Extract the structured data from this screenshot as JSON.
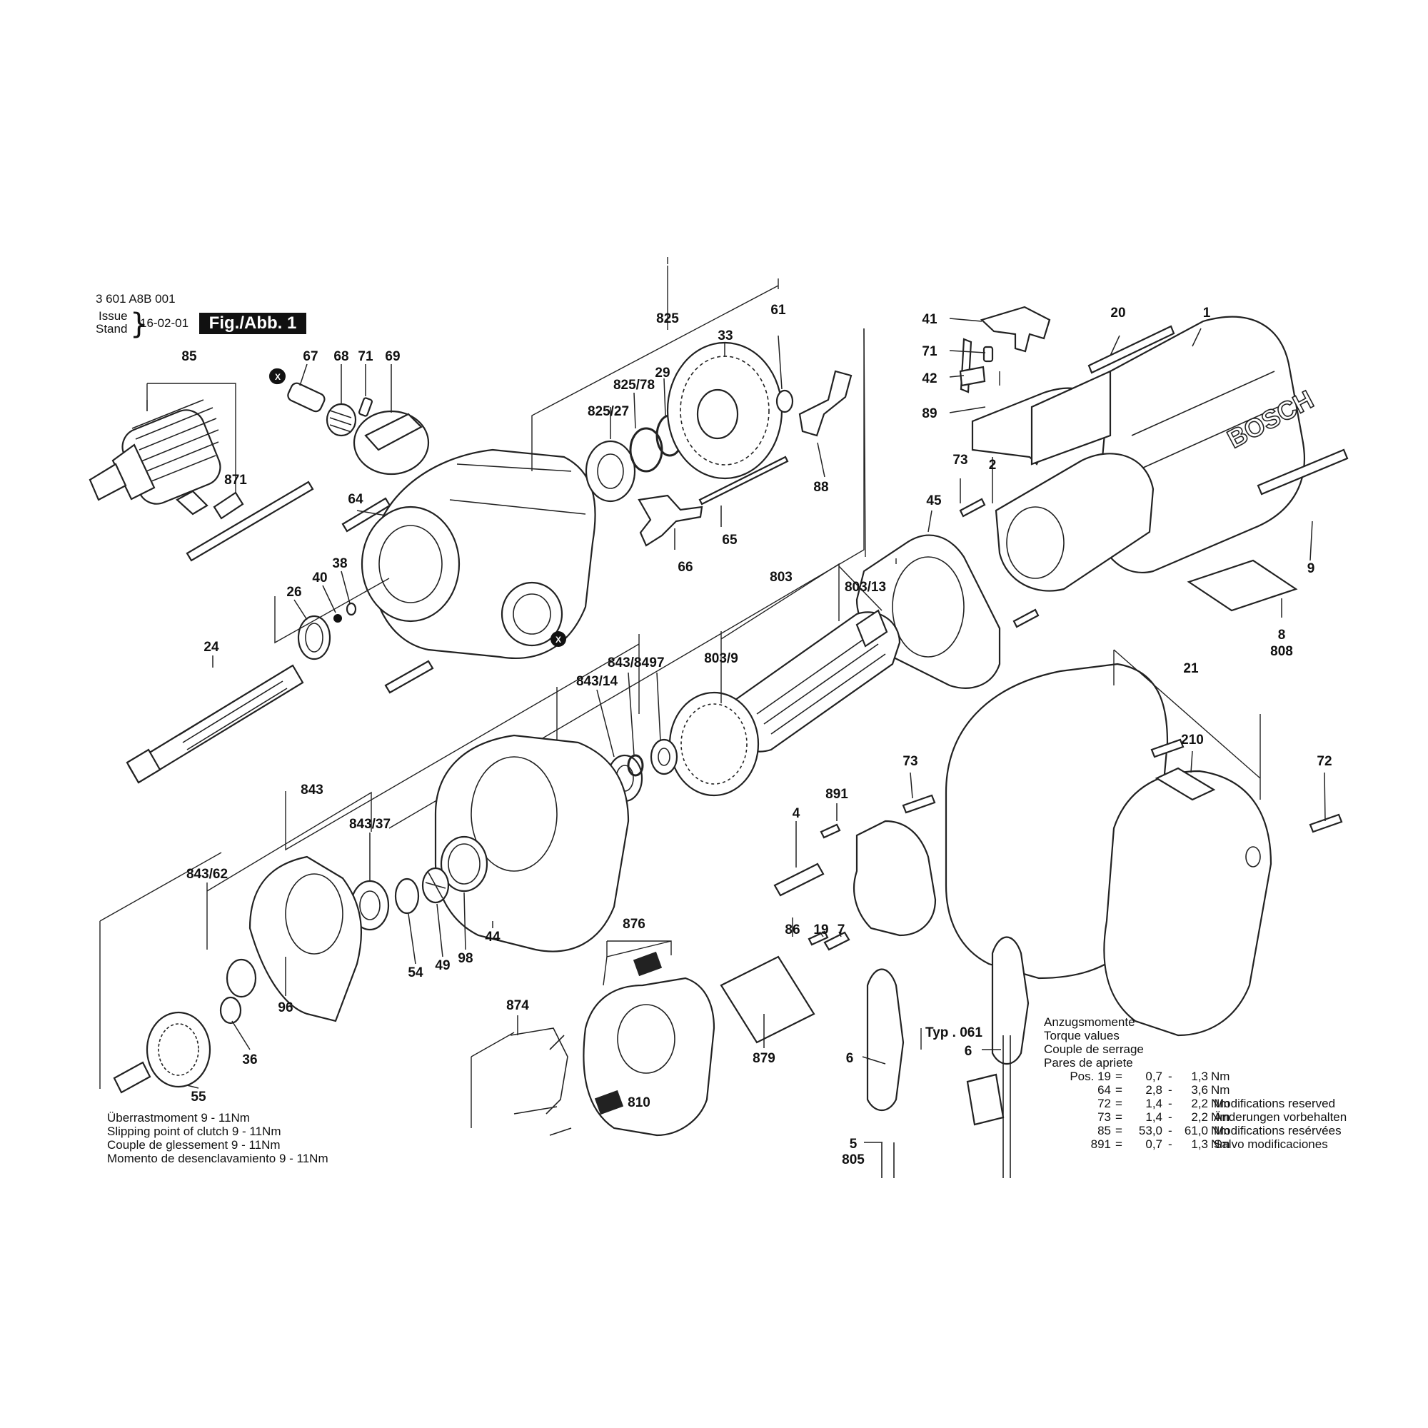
{
  "header": {
    "part_number": "3 601 A8B 001",
    "issue_label": "Issue",
    "stand_label": "Stand",
    "issue_date": "16-02-01",
    "figure_label": "Fig./Abb. 1"
  },
  "brand": "BOSCH",
  "callouts": {
    "85": "85",
    "871": "871",
    "67": "67",
    "68": "68",
    "71a": "71",
    "69": "69",
    "64": "64",
    "40": "40",
    "38": "38",
    "26": "26",
    "24": "24",
    "825": "825",
    "825_78": "825/78",
    "825_27": "825/27",
    "29": "29",
    "33": "33",
    "61": "61",
    "88": "88",
    "65": "65",
    "66": "66",
    "41": "41",
    "71b": "71",
    "42": "42",
    "89": "89",
    "20": "20",
    "1": "1",
    "73a": "73",
    "2": "2",
    "45": "45",
    "9": "9",
    "8": "8",
    "808": "808",
    "803": "803",
    "803_13": "803/13",
    "803_9": "803/9",
    "843_84": "843/84",
    "843_14": "843/14",
    "97": "97",
    "843": "843",
    "843_37": "843/37",
    "843_62": "843/62",
    "44": "44",
    "98": "98",
    "49": "49",
    "54": "54",
    "96": "96",
    "36": "36",
    "55": "55",
    "21": "21",
    "210": "210",
    "73b": "73",
    "72": "72",
    "891": "891",
    "4": "4",
    "86": "86",
    "19": "19",
    "7": "7",
    "876": "876",
    "874": "874",
    "810": "810",
    "879": "879",
    "6a": "6",
    "6b": "6",
    "5": "5",
    "805": "805"
  },
  "markers": {
    "x1": "X",
    "x2": "X"
  },
  "clutch_note": [
    "Überrastmoment 9 - 11Nm",
    "Slipping point of clutch 9 - 11Nm",
    "Couple de glessement 9 - 11Nm",
    "Momento de desenclavamiento 9 - 11Nm"
  ],
  "typ_label": "Typ . 061",
  "torque": {
    "titles": [
      "Anzugsmomente",
      "Torque values",
      "Couple de serrage",
      "Pares de apriete"
    ],
    "rows": [
      {
        "pos": "Pos. 19",
        "eq": "=",
        "min": "0,7",
        "dash": "-",
        "max": "1,3",
        "unit": "Nm"
      },
      {
        "pos": "64",
        "eq": "=",
        "min": "2,8",
        "dash": "-",
        "max": "3,6",
        "unit": "Nm"
      },
      {
        "pos": "72",
        "eq": "=",
        "min": "1,4",
        "dash": "-",
        "max": "2,2",
        "unit": "Nm"
      },
      {
        "pos": "73",
        "eq": "=",
        "min": "1,4",
        "dash": "-",
        "max": "2,2",
        "unit": "Nm"
      },
      {
        "pos": "85",
        "eq": "=",
        "min": "53,0",
        "dash": "-",
        "max": "61,0",
        "unit": "Nm"
      },
      {
        "pos": "891",
        "eq": "=",
        "min": "0,7",
        "dash": "-",
        "max": "1,3",
        "unit": "Nm"
      }
    ]
  },
  "modifications": [
    "Modifications reserved",
    "Änderungen vorbehalten",
    "Modifications resérvées",
    "Salvo modificaciones"
  ]
}
